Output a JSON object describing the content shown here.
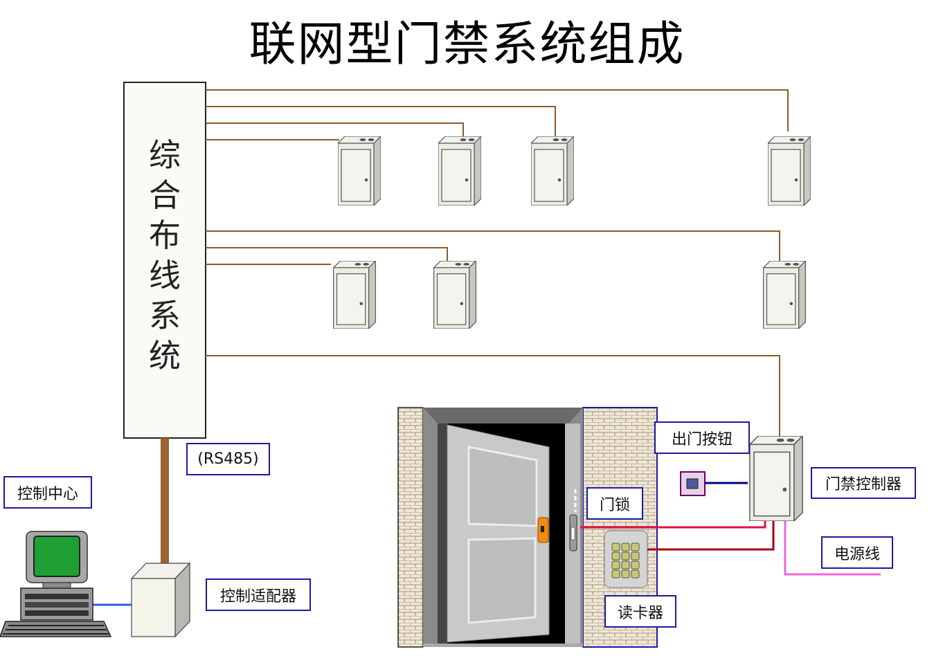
{
  "title": "联网型门禁系统组成",
  "wiring_system": {
    "label_chars": [
      "综",
      "合",
      "布",
      "线",
      "系",
      "统"
    ]
  },
  "labels": {
    "rs485": "(RS485)",
    "control_center": "控制中心",
    "control_adapter": "控制适配器",
    "exit_button": "出门按钮",
    "door_controller": "门禁控制器",
    "door_lock": "门锁",
    "power_line": "电源线",
    "card_reader": "读卡器"
  },
  "colors": {
    "bus_wire": "#8b5a2b",
    "rs485_cable": "#9b6232",
    "adapter_link": "#2a5fd8",
    "lock_wire": "#e01040",
    "reader_wire": "#a00018",
    "exit_wire": "#000080",
    "power_wire": "#ee66dd",
    "label_border": "#1a1aa0"
  }
}
